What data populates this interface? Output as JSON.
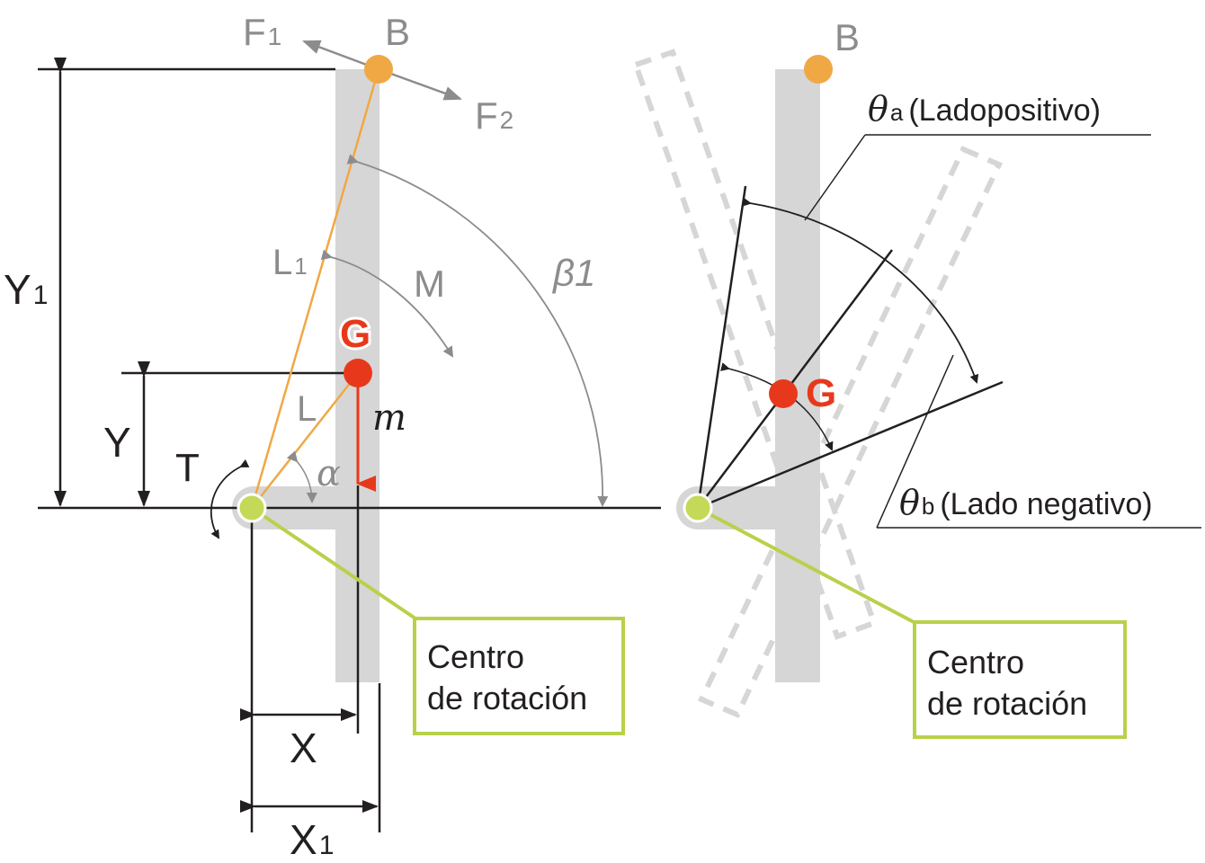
{
  "colors": {
    "gray_fill": "#d6d6d6",
    "gray_text": "#8c8c8c",
    "black": "#231f20",
    "orange": "#f0a845",
    "red": "#e8381c",
    "green": "#b8d14b",
    "green_dot": "#c4d957"
  },
  "left": {
    "label_B": "B",
    "label_F1": "F",
    "label_F1_sub": "1",
    "label_F2": "F",
    "label_F2_sub": "2",
    "label_Y1": "Y",
    "label_Y1_sub": "1",
    "label_Y": "Y",
    "label_T": "T",
    "label_L1": "L",
    "label_L1_sub": "1",
    "label_L": "L",
    "label_M": "M",
    "label_G": "G",
    "label_m": "m",
    "label_alpha": "α",
    "label_beta": "β1",
    "label_X": "X",
    "label_X1": "X",
    "label_X1_sub": "1",
    "callout_line1": "Centro",
    "callout_line2": "de rotación"
  },
  "right": {
    "label_B": "B",
    "label_G": "G",
    "theta_a_symbol": "θ",
    "theta_a_sub": "a",
    "theta_a_text": "(Ladopositivo)",
    "theta_b_symbol": "θ",
    "theta_b_sub": "b",
    "theta_b_text": "(Lado negativo)",
    "callout_line1": "Centro",
    "callout_line2": "de rotación"
  }
}
